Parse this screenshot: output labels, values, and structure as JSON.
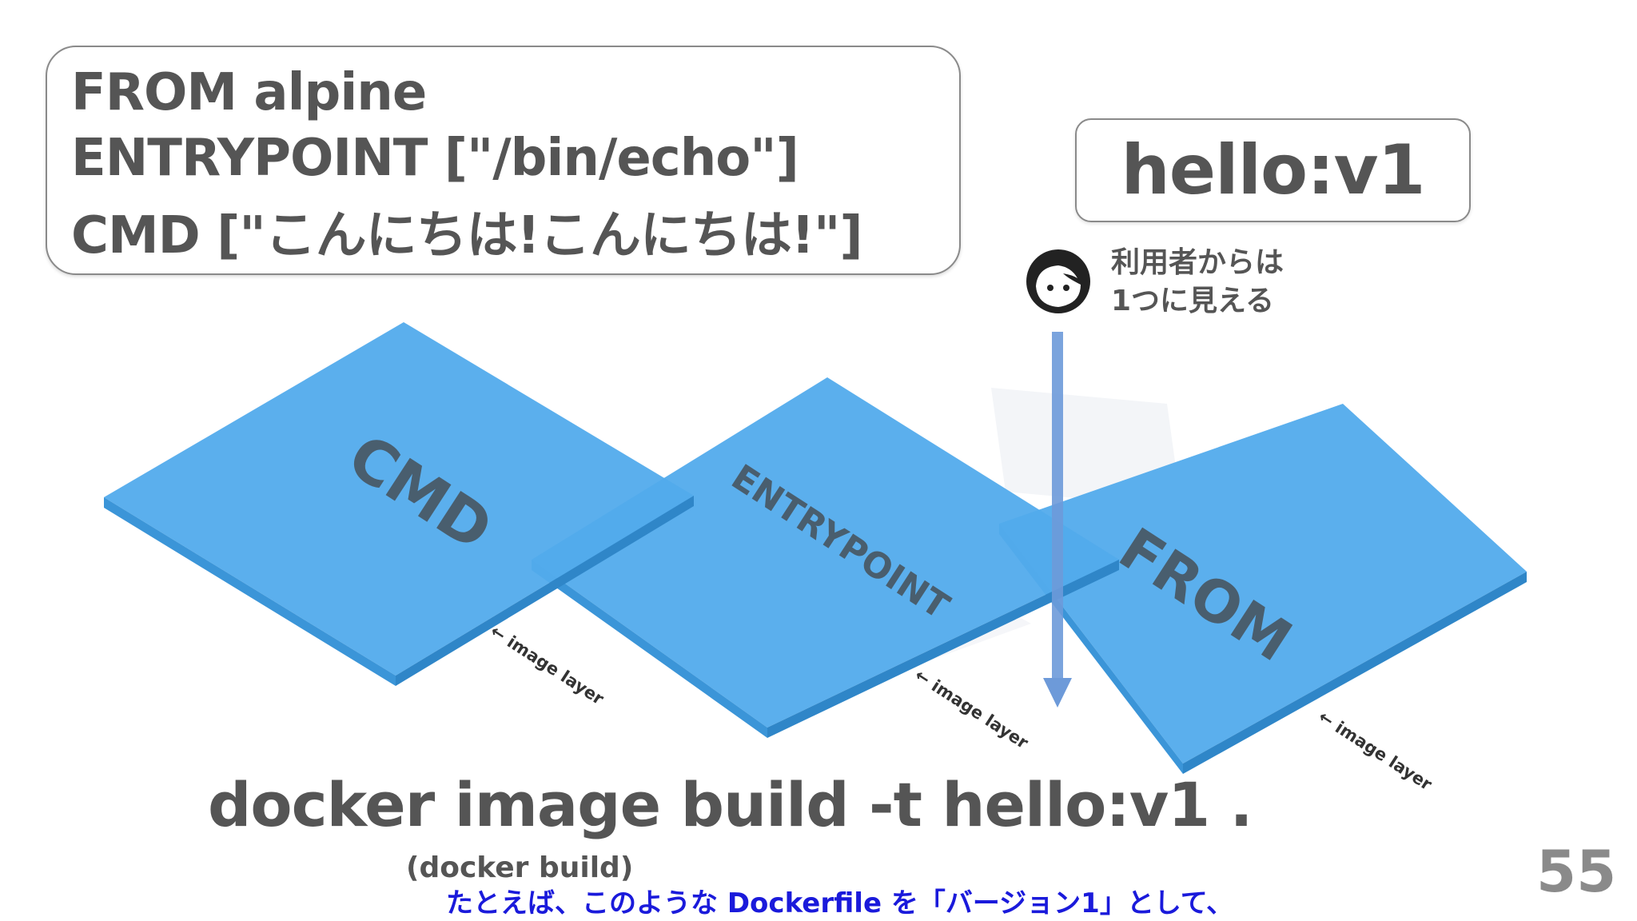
{
  "dockerfile": {
    "line1": "FROM alpine",
    "line2": "ENTRYPOINT [\"/bin/echo\"]",
    "line3": "CMD [\"こんにちは!こんにちは!\"]"
  },
  "image_tag": "hello:v1",
  "user_note": {
    "line1": "利用者からは",
    "line2": "1つに見える"
  },
  "layers": [
    {
      "label": "CMD",
      "tag": "← image layer"
    },
    {
      "label": "ENTRYPOINT",
      "tag": "← image layer"
    },
    {
      "label": "FROM",
      "tag": "← image layer"
    }
  ],
  "command": "docker image build -t hello:v1 .",
  "alias": "(docker build)",
  "page_number": "55",
  "subtitle": "たとえば、このような Dockerfile を「バージョン1」として、",
  "colors": {
    "layer_top": "#52abec",
    "layer_side": "#3b95d8",
    "arrow": "#6d9ad9",
    "subtitle": "#1a1adb"
  },
  "icons": [
    "face-icon",
    "down-arrow-icon"
  ]
}
